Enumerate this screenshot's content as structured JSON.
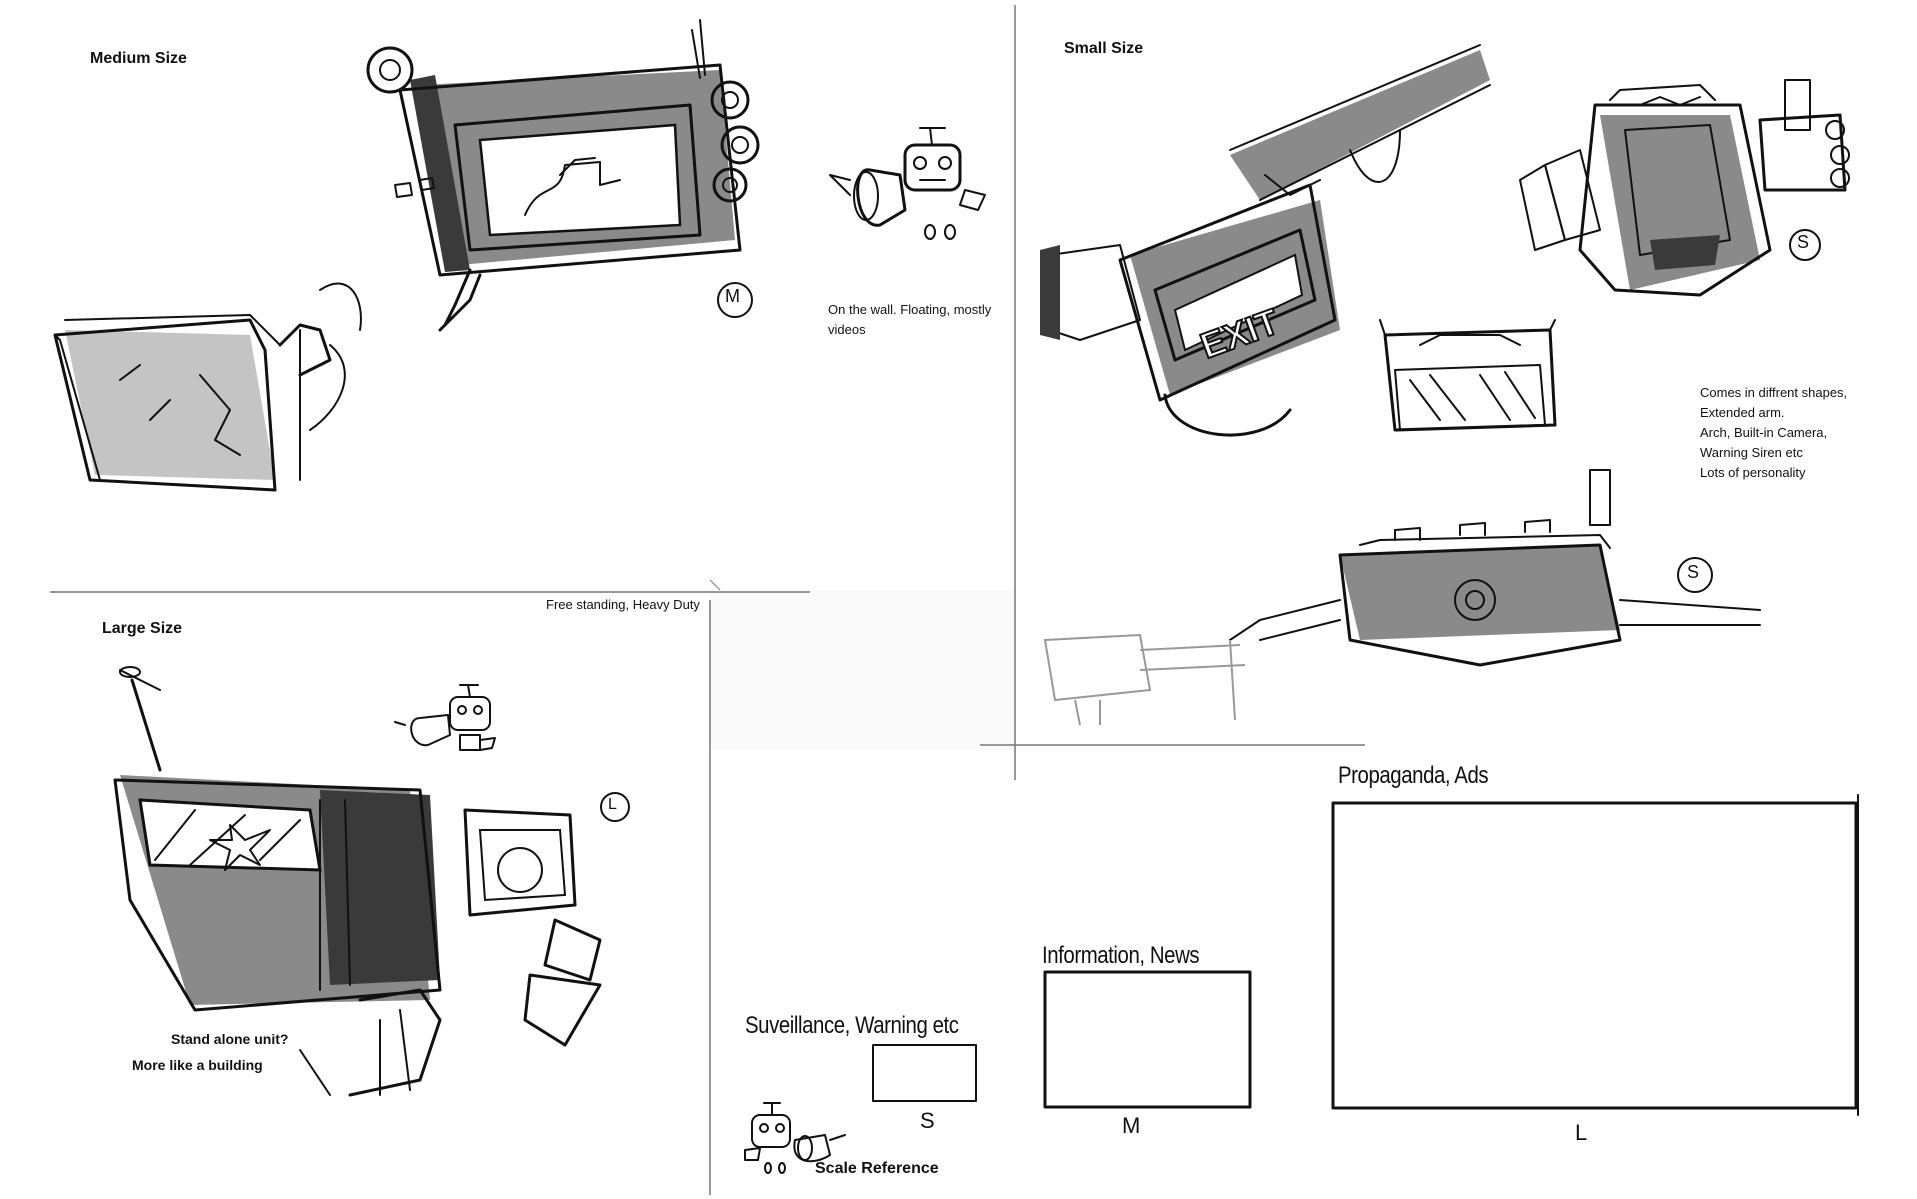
{
  "sections": {
    "medium": {
      "title": "Medium Size",
      "note": "On the wall. Floating, mostly videos",
      "mark": "M"
    },
    "small": {
      "title": "Small Size",
      "mark_top": "S",
      "mark_bottom": "S",
      "notes": [
        "Comes in diffrent shapes,",
        "Extended arm.",
        "Arch, Built-in Camera,",
        "Warning Siren etc",
        "Lots of personality"
      ],
      "sign_text": "EXIT"
    },
    "large": {
      "title": "Large Size",
      "note_top": "Free standing, Heavy Duty",
      "mark": "L",
      "notes": [
        "Stand alone unit?",
        "More like a building"
      ]
    }
  },
  "scale": {
    "surveillance": {
      "label": "Suveillance, Warning etc",
      "size": "S"
    },
    "information": {
      "label": "Information, News",
      "size": "M"
    },
    "propaganda": {
      "label": "Propaganda, Ads",
      "size": "L"
    },
    "reference_label": "Scale Reference"
  },
  "colors": {
    "ink": "#111111",
    "marker_gray": "#8a8a8a",
    "paper": "#ffffff"
  }
}
